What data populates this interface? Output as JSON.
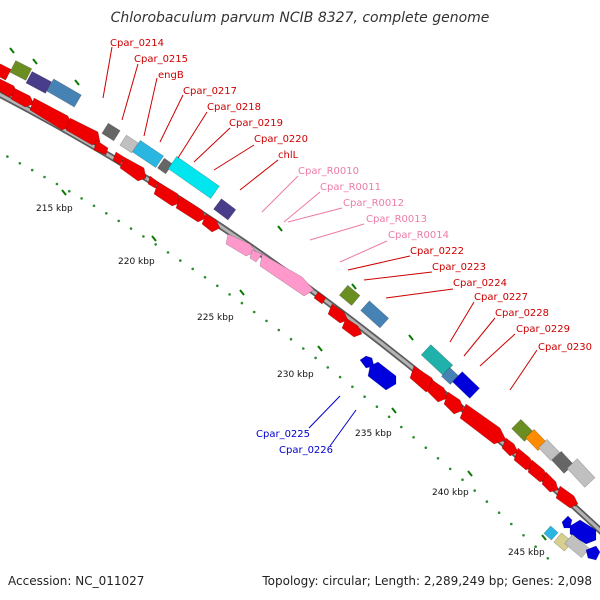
{
  "title": "Chlorobaculum parvum NCIB 8327, complete genome",
  "accession": "Accession: NC_011027",
  "summary": "Topology: circular; Length: 2,289,249 bp; Genes: 2,098",
  "colors": {
    "cds": "#ee0000",
    "rna": "#ff99cc",
    "cds_label": "#cc0000",
    "rna_label": "#ee7aa7",
    "reverse_label": "#0000cc",
    "backbone": "#888888",
    "tick": "#0b7a00"
  },
  "scale_ticks": [
    {
      "label": "215 kbp"
    },
    {
      "label": "220 kbp"
    },
    {
      "label": "225 kbp"
    },
    {
      "label": "230 kbp"
    },
    {
      "label": "235 kbp"
    },
    {
      "label": "240 kbp"
    },
    {
      "label": "245 kbp"
    }
  ],
  "gene_labels": [
    {
      "text": "Cpar_0214",
      "kind": "cds"
    },
    {
      "text": "Cpar_0215",
      "kind": "cds"
    },
    {
      "text": "engB",
      "kind": "cds"
    },
    {
      "text": "Cpar_0217",
      "kind": "cds"
    },
    {
      "text": "Cpar_0218",
      "kind": "cds"
    },
    {
      "text": "Cpar_0219",
      "kind": "cds"
    },
    {
      "text": "Cpar_0220",
      "kind": "cds"
    },
    {
      "text": "chlL",
      "kind": "cds"
    },
    {
      "text": "Cpar_R0010",
      "kind": "rna"
    },
    {
      "text": "Cpar_R0011",
      "kind": "rna"
    },
    {
      "text": "Cpar_R0012",
      "kind": "rna"
    },
    {
      "text": "Cpar_R0013",
      "kind": "rna"
    },
    {
      "text": "Cpar_R0014",
      "kind": "rna"
    },
    {
      "text": "Cpar_0222",
      "kind": "cds"
    },
    {
      "text": "Cpar_0223",
      "kind": "cds"
    },
    {
      "text": "Cpar_0224",
      "kind": "cds"
    },
    {
      "text": "Cpar_0227",
      "kind": "cds"
    },
    {
      "text": "Cpar_0228",
      "kind": "cds"
    },
    {
      "text": "Cpar_0229",
      "kind": "cds"
    },
    {
      "text": "Cpar_0230",
      "kind": "cds"
    },
    {
      "text": "Cpar_0225",
      "kind": "reverse"
    },
    {
      "text": "Cpar_0226",
      "kind": "reverse"
    }
  ]
}
